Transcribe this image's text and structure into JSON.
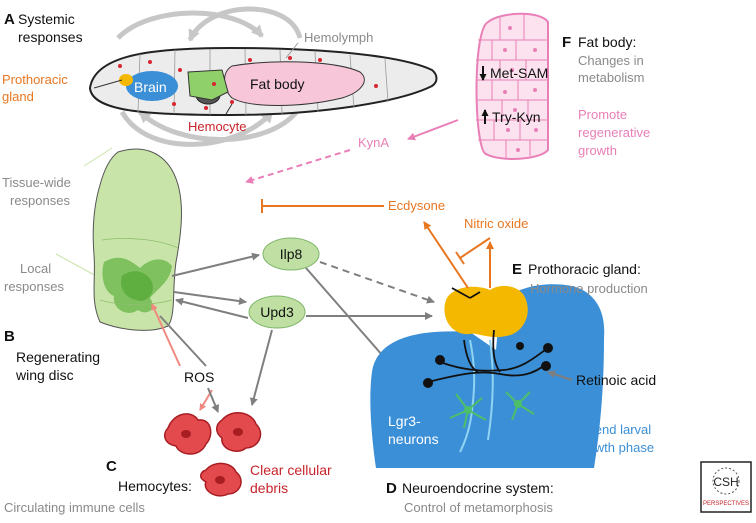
{
  "panels": {
    "A": {
      "letter": "A",
      "title_lines": [
        "Systemic",
        "responses"
      ]
    },
    "B": {
      "letter": "B",
      "title_lines": [
        "Regenerating",
        "wing disc"
      ]
    },
    "C": {
      "letter": "C",
      "title": "Hemocytes:",
      "subtitle": "Circulating immune cells"
    },
    "D": {
      "letter": "D",
      "title": "Neuroendocrine system:",
      "subtitle": "Control of metamorphosis"
    },
    "E": {
      "letter": "E",
      "title": "Prothoracic gland:",
      "subtitle": "Hormone production"
    },
    "F": {
      "letter": "F",
      "title": "Fat body:",
      "subtitle_lines": [
        "Changes in",
        "metabolism"
      ]
    }
  },
  "larva": {
    "hemolymph": "Hemolymph",
    "prothoracic_gland_lines": [
      "Prothoracic",
      "gland"
    ],
    "brain": "Brain",
    "fat_body": "Fat body",
    "hemocyte": "Hemocyte"
  },
  "fat_body_panel": {
    "met_sam": "Met-SAM",
    "try_kyn": "Try-Kyn",
    "promote_lines": [
      "Promote",
      "regenerative",
      "growth"
    ]
  },
  "signals": {
    "kyna": "KynA",
    "ecdysone": "Ecdysone",
    "nitric_oxide": "Nitric oxide",
    "ilp8": "Ilp8",
    "upd3": "Upd3",
    "ros": "ROS",
    "retinoic_acid": "Retinoic acid"
  },
  "wing_disc": {
    "tissue_wide_lines": [
      "Tissue-wide",
      "responses"
    ],
    "local_lines": [
      "Local",
      "responses"
    ]
  },
  "hemocytes": {
    "clear_lines": [
      "Clear cellular",
      "debris"
    ]
  },
  "brain_panel": {
    "lgr3_lines": [
      "Lgr3-",
      "neurons"
    ],
    "extend_lines": [
      "Extend larval",
      "growth phase"
    ]
  },
  "logo": {
    "text": "CSH",
    "sub": "PERSPECTIVES"
  },
  "colors": {
    "orange": "#e87722",
    "pink": "#e97fb7",
    "red": "#c8242b",
    "gray_text": "#8a8a8a",
    "blue": "#3b8fd6",
    "yellow": "#f5b800",
    "green_light": "#c9e4a8",
    "green_mid": "#7fc05f",
    "green_ellipse": "#bfe0a2"
  }
}
